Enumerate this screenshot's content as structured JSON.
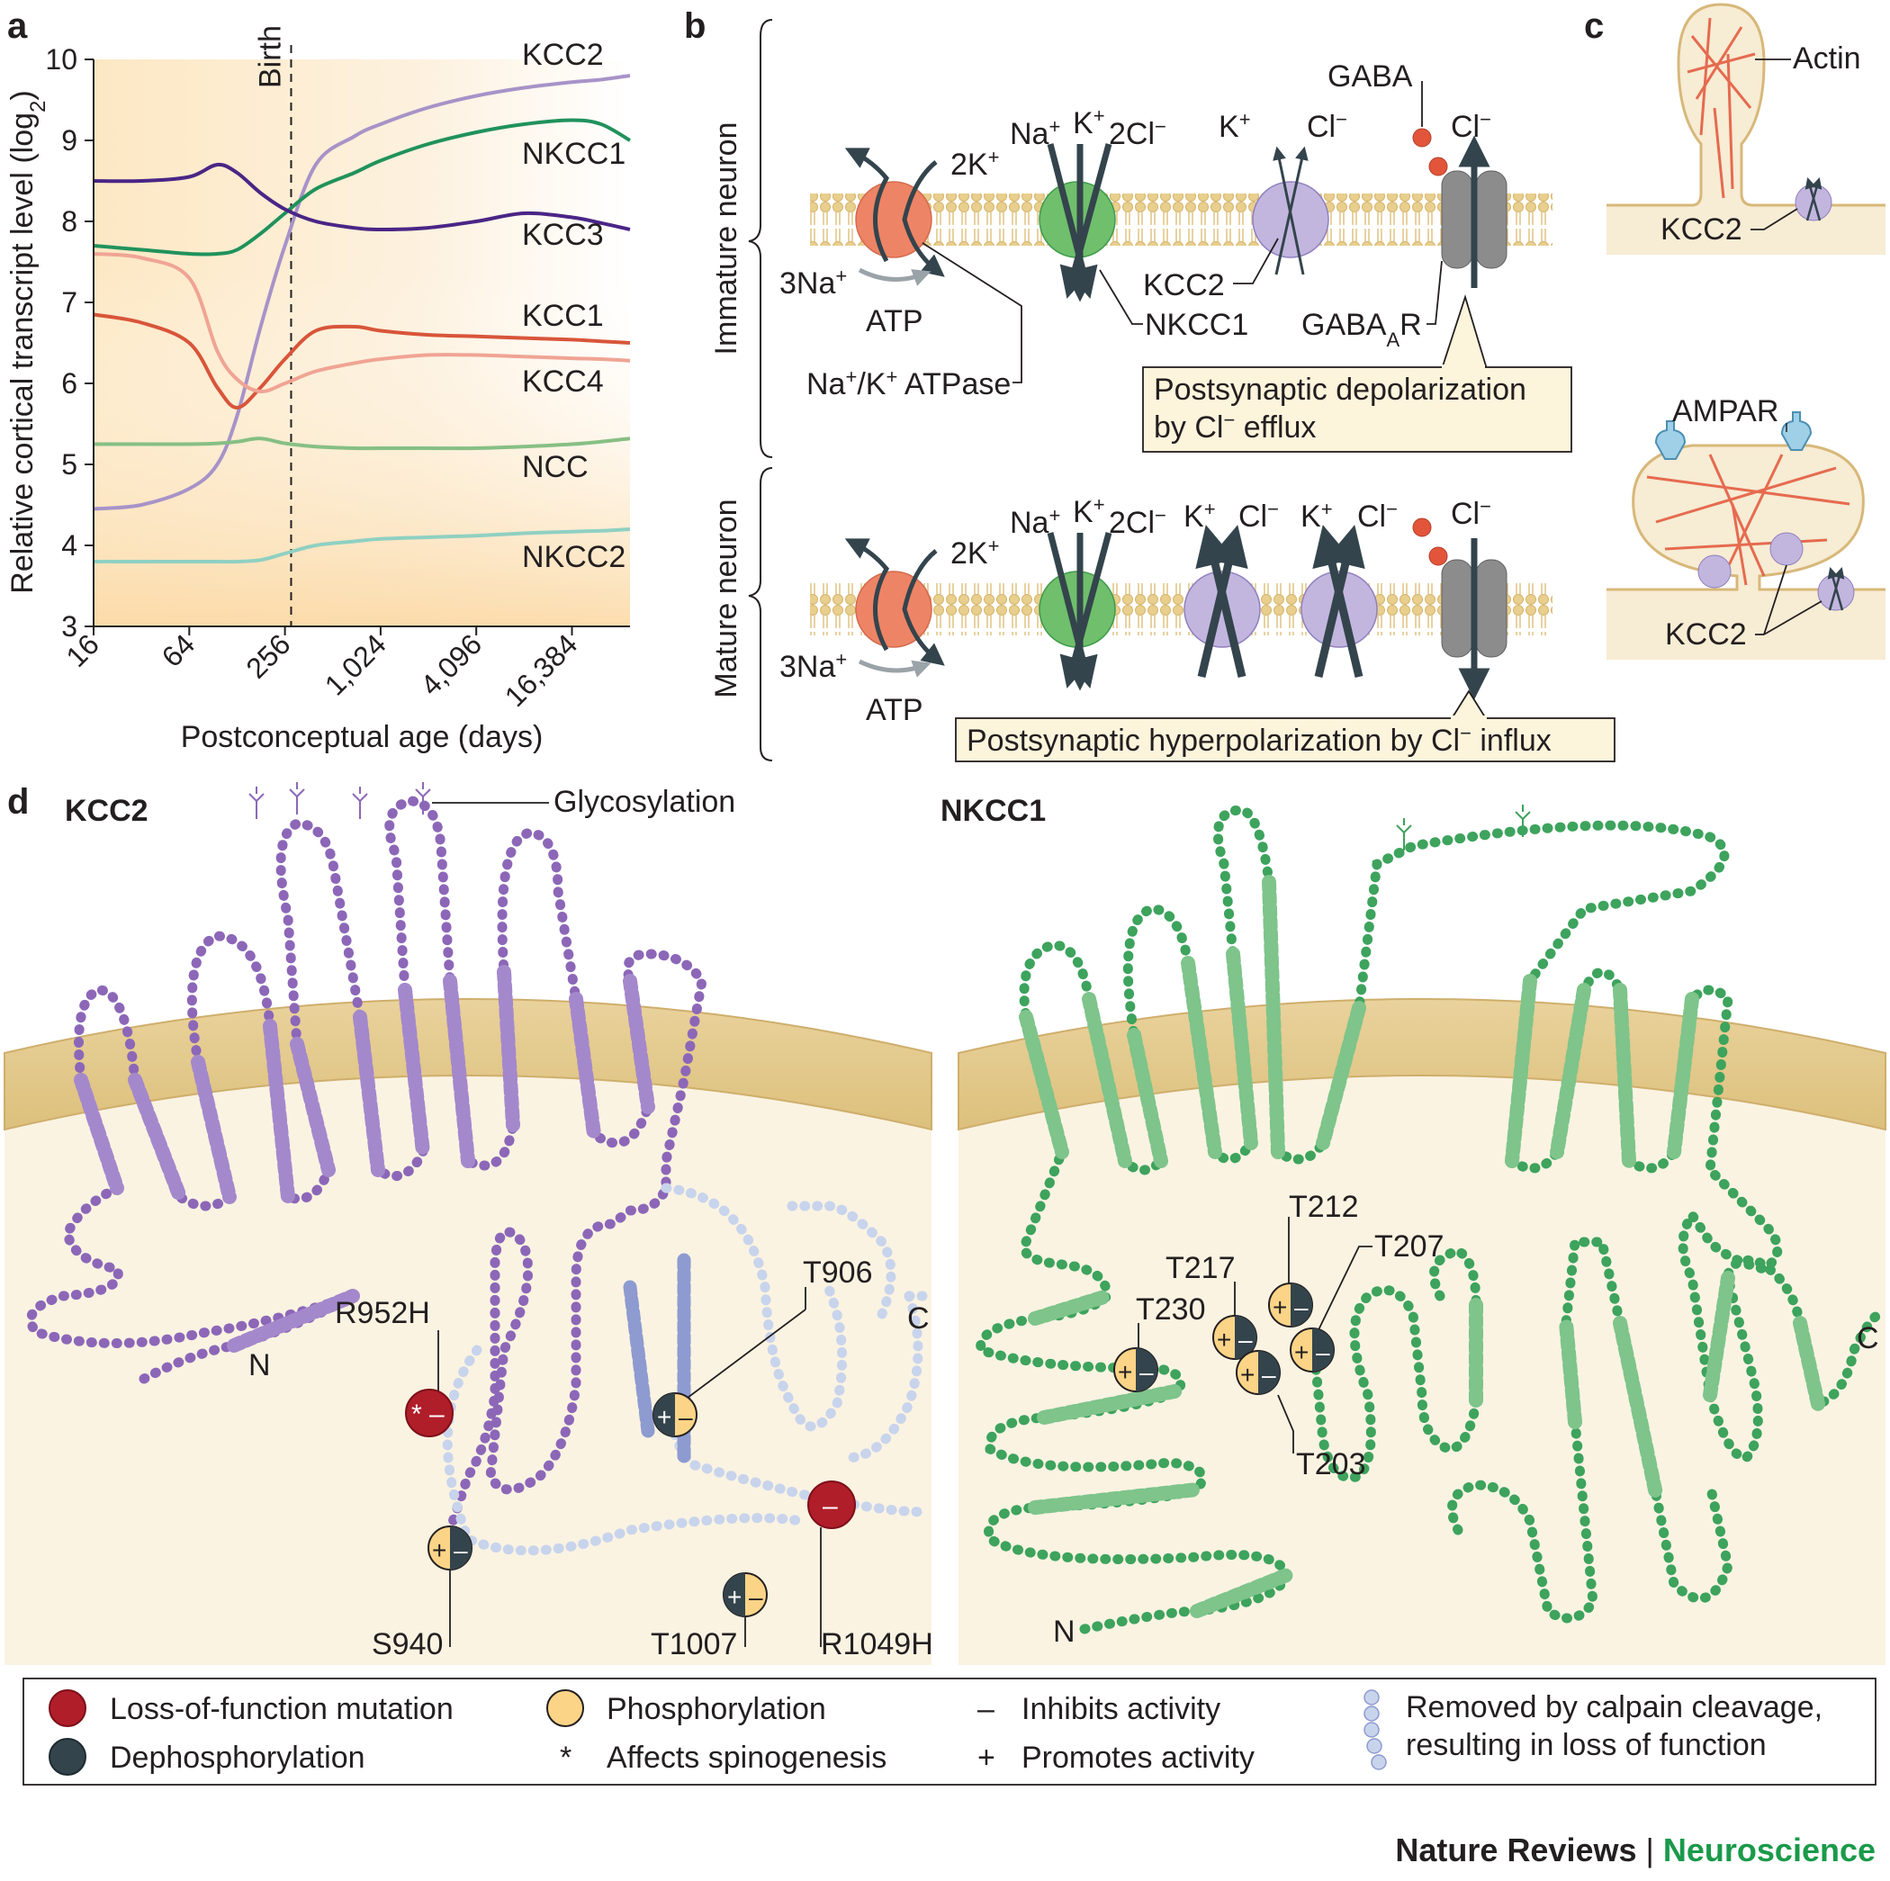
{
  "panels": {
    "a": "a",
    "b": "b",
    "c": "c",
    "d": "d"
  },
  "chart_data": {
    "type": "line",
    "xlabel": "Postconceptual age (days)",
    "ylabel": "Relative cortical transcript level (log",
    "ylabel_sub": "2",
    "ylabel_close": ")",
    "x_scale": "log2",
    "xlim": [
      16,
      38000
    ],
    "ylim": [
      3,
      10
    ],
    "x_ticks": [
      16,
      64,
      256,
      1024,
      4096,
      16384
    ],
    "x_tick_labels": [
      "16",
      "64",
      "256",
      "1,024",
      "4,096",
      "16,384"
    ],
    "y_ticks": [
      3,
      4,
      5,
      6,
      7,
      8,
      9,
      10
    ],
    "y_tick_labels": [
      "3",
      "4",
      "5",
      "6",
      "7",
      "8",
      "9",
      "10"
    ],
    "annotation": {
      "label": "Birth",
      "x": 280
    },
    "grid": false,
    "legend": "direct labels at right",
    "x": [
      16,
      32,
      64,
      96,
      128,
      180,
      256,
      400,
      700,
      1024,
      2000,
      4096,
      8192,
      16384,
      25000,
      38000
    ],
    "series": [
      {
        "name": "KCC2",
        "color": "#a793c8",
        "values": [
          4.45,
          4.5,
          4.7,
          5.0,
          5.6,
          6.7,
          7.7,
          8.7,
          9.05,
          9.2,
          9.4,
          9.55,
          9.65,
          9.72,
          9.75,
          9.8
        ]
      },
      {
        "name": "NKCC1",
        "color": "#20925c",
        "values": [
          7.7,
          7.65,
          7.6,
          7.6,
          7.65,
          7.85,
          8.1,
          8.4,
          8.6,
          8.75,
          8.95,
          9.1,
          9.2,
          9.25,
          9.2,
          9.0
        ]
      },
      {
        "name": "KCC3",
        "color": "#4a2586",
        "values": [
          8.5,
          8.5,
          8.55,
          8.7,
          8.6,
          8.35,
          8.15,
          8.0,
          7.92,
          7.9,
          7.92,
          8.0,
          8.1,
          8.05,
          7.98,
          7.9
        ]
      },
      {
        "name": "KCC1",
        "color": "#d8553a",
        "values": [
          6.85,
          6.75,
          6.5,
          5.95,
          5.7,
          5.95,
          6.3,
          6.65,
          6.7,
          6.65,
          6.6,
          6.58,
          6.56,
          6.54,
          6.52,
          6.5
        ]
      },
      {
        "name": "KCC4",
        "color": "#f0a494",
        "values": [
          7.6,
          7.55,
          7.3,
          6.4,
          6.05,
          5.9,
          6.0,
          6.15,
          6.25,
          6.3,
          6.35,
          6.35,
          6.33,
          6.31,
          6.3,
          6.28
        ]
      },
      {
        "name": "NCC",
        "color": "#86bf84",
        "values": [
          5.25,
          5.25,
          5.25,
          5.26,
          5.28,
          5.32,
          5.26,
          5.22,
          5.2,
          5.2,
          5.2,
          5.2,
          5.22,
          5.25,
          5.28,
          5.32
        ]
      },
      {
        "name": "NKCC2",
        "color": "#8fd0c2",
        "values": [
          3.8,
          3.8,
          3.8,
          3.8,
          3.8,
          3.82,
          3.9,
          4.0,
          4.05,
          4.08,
          4.1,
          4.12,
          4.15,
          4.17,
          4.18,
          4.2
        ]
      }
    ]
  },
  "panel_b": {
    "immature_label": "Immature neuron",
    "mature_label": "Mature neuron",
    "atpase": {
      "in_ion": "3Na",
      "out_ion": "2K",
      "energy": "ATP",
      "name": "Na",
      "name_mid": "/K",
      "name_end": " ATPase"
    },
    "nkcc1": {
      "na": "Na",
      "k": "K",
      "cl": "2Cl",
      "name": "NKCC1"
    },
    "kcc2": {
      "k": "K",
      "cl": "Cl",
      "name": "KCC2"
    },
    "gaba": {
      "ligand": "GABA",
      "cl": "Cl",
      "name_main": "GABA",
      "name_sub": "A",
      "name_end": "R"
    },
    "immature_callout": {
      "line1": "Postsynaptic depolarization",
      "line2": "by Cl",
      "line2_end": " efflux"
    },
    "mature_callout": {
      "text": "Postsynaptic hyperpolarization by Cl",
      "text_end": " influx"
    },
    "plus": "+",
    "minus": "−"
  },
  "panel_c": {
    "actin": "Actin",
    "kcc2_top": "KCC2",
    "ampar": "AMPAR",
    "kcc2_bottom": "KCC2"
  },
  "panel_d": {
    "kcc2_title": "KCC2",
    "nkcc1_title": "NKCC1",
    "glycosylation": "Glycosylation",
    "kcc2_sites": {
      "r952h": "R952H",
      "t906": "T906",
      "s940": "S940",
      "t1007": "T1007",
      "r1049h": "R1049H",
      "n_term": "N",
      "c_term": "C"
    },
    "nkcc1_sites": {
      "t212": "T212",
      "t217": "T217",
      "t207": "T207",
      "t230": "T230",
      "t203": "T203",
      "n_term": "N",
      "c_term": "C"
    },
    "mark_plus": "+",
    "mark_minus": "–",
    "mark_star": "*"
  },
  "legend": {
    "loss": "Loss-of-function mutation",
    "dephos": "Dephosphorylation",
    "phos": "Phosphorylation",
    "spine_sym": "*",
    "spine": "Affects spinogenesis",
    "minus_sym": "–",
    "minus": "Inhibits activity",
    "plus_sym": "+",
    "plus": "Promotes activity",
    "calpain_line1": "Removed by calpain cleavage,",
    "calpain_line2": "resulting in loss of function"
  },
  "footer": {
    "journal": "Nature Reviews",
    "sep": " | ",
    "section": "Neuroscience"
  },
  "colors": {
    "kcc2_purple": "#8c67b8",
    "nkcc1_green": "#3da35d",
    "atpase_red": "#ee8466",
    "gaba_grey": "#8c8c8c",
    "phospho_yellow": "#fbd487",
    "dephospho_dark": "#34444c",
    "mutation_red": "#b01e2a",
    "calpain_blue": "#c8d4ec",
    "membrane_tan": "#e6cf97",
    "cytoplasm": "#faf3e2",
    "callout_fill": "#fdf4dc"
  }
}
